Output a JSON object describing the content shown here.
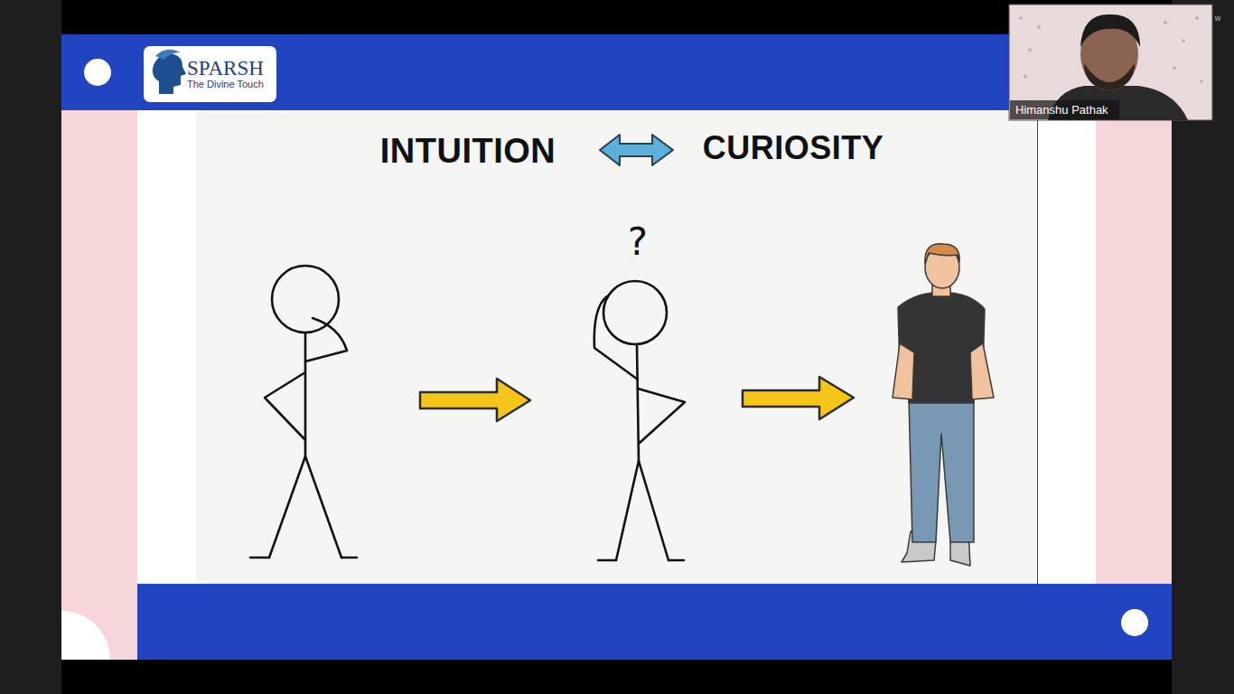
{
  "diagram": {
    "nodes": [
      {
        "text": [
          "SPARSH",
          "The Divine Touch"
        ]
      },
      {
        "text": [
          "Himanshu Pathak"
        ]
      }
    ],
    "labels": [
      "INTUITION",
      "CURIOSITY",
      "?",
      "w"
    ]
  }
}
